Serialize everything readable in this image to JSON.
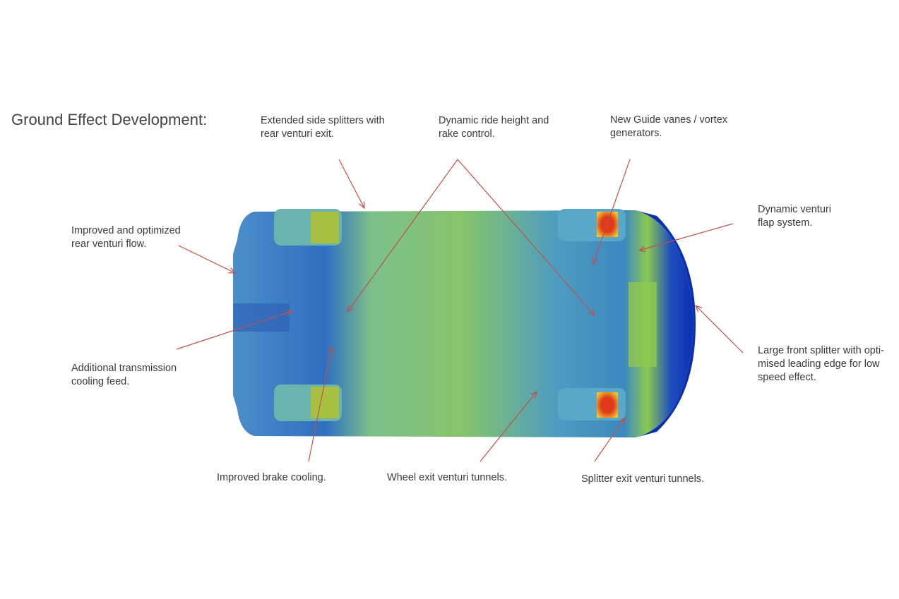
{
  "title": "Ground Effect Development:",
  "annotations": {
    "side_splitters": [
      "Extended side splitters with",
      "rear venturi exit."
    ],
    "ride_height": [
      "Dynamic ride height and",
      "rake control."
    ],
    "guide_vanes": [
      "New Guide vanes / vortex",
      "generators."
    ],
    "venturi_flap": [
      "Dynamic venturi",
      "flap system."
    ],
    "rear_venturi": [
      "Improved and optimized",
      "rear venturi flow."
    ],
    "transmission": [
      "Additional transmission",
      "cooling feed."
    ],
    "front_splitter": [
      "Large front splitter with opti-",
      "mised leading edge for low",
      "speed effect."
    ],
    "brake_cooling": [
      "Improved brake cooling."
    ],
    "wheel_exit": [
      "Wheel exit venturi tunnels."
    ],
    "splitter_exit": [
      "Splitter exit venturi tunnels."
    ]
  },
  "colors": {
    "arrow": "#c0504d",
    "low": "#0a2fb0",
    "mid": "#4aa0c8",
    "high": "#8cc850",
    "hot": "#e03a1a"
  }
}
